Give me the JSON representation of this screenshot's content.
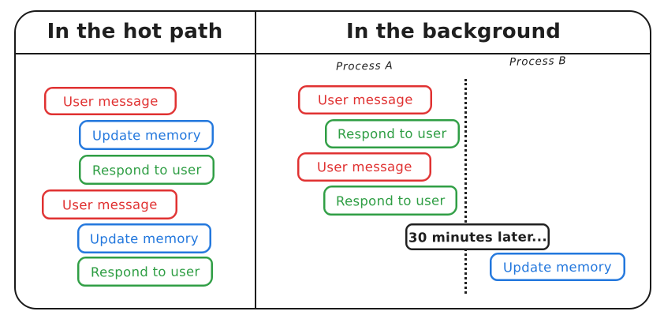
{
  "panels": {
    "hot_path": {
      "title": "In the hot path",
      "boxes": [
        {
          "label": "User message",
          "color": "red"
        },
        {
          "label": "Update memory",
          "color": "blue"
        },
        {
          "label": "Respond to user",
          "color": "green"
        },
        {
          "label": "User message",
          "color": "red"
        },
        {
          "label": "Update memory",
          "color": "blue"
        },
        {
          "label": "Respond to user",
          "color": "green"
        }
      ]
    },
    "background": {
      "title": "In the background",
      "process_a_label": "Process A",
      "process_b_label": "Process B",
      "process_a_boxes": [
        {
          "label": "User message",
          "color": "red"
        },
        {
          "label": "Respond to user",
          "color": "green"
        },
        {
          "label": "User message",
          "color": "red"
        },
        {
          "label": "Respond to user",
          "color": "green"
        }
      ],
      "timer_label": "30 minutes later...",
      "process_b_boxes": [
        {
          "label": "Update memory",
          "color": "blue"
        }
      ]
    }
  },
  "colors": {
    "red": "#e03131",
    "green": "#2f9e44",
    "blue": "#2277dd",
    "black": "#1e1e1e"
  }
}
